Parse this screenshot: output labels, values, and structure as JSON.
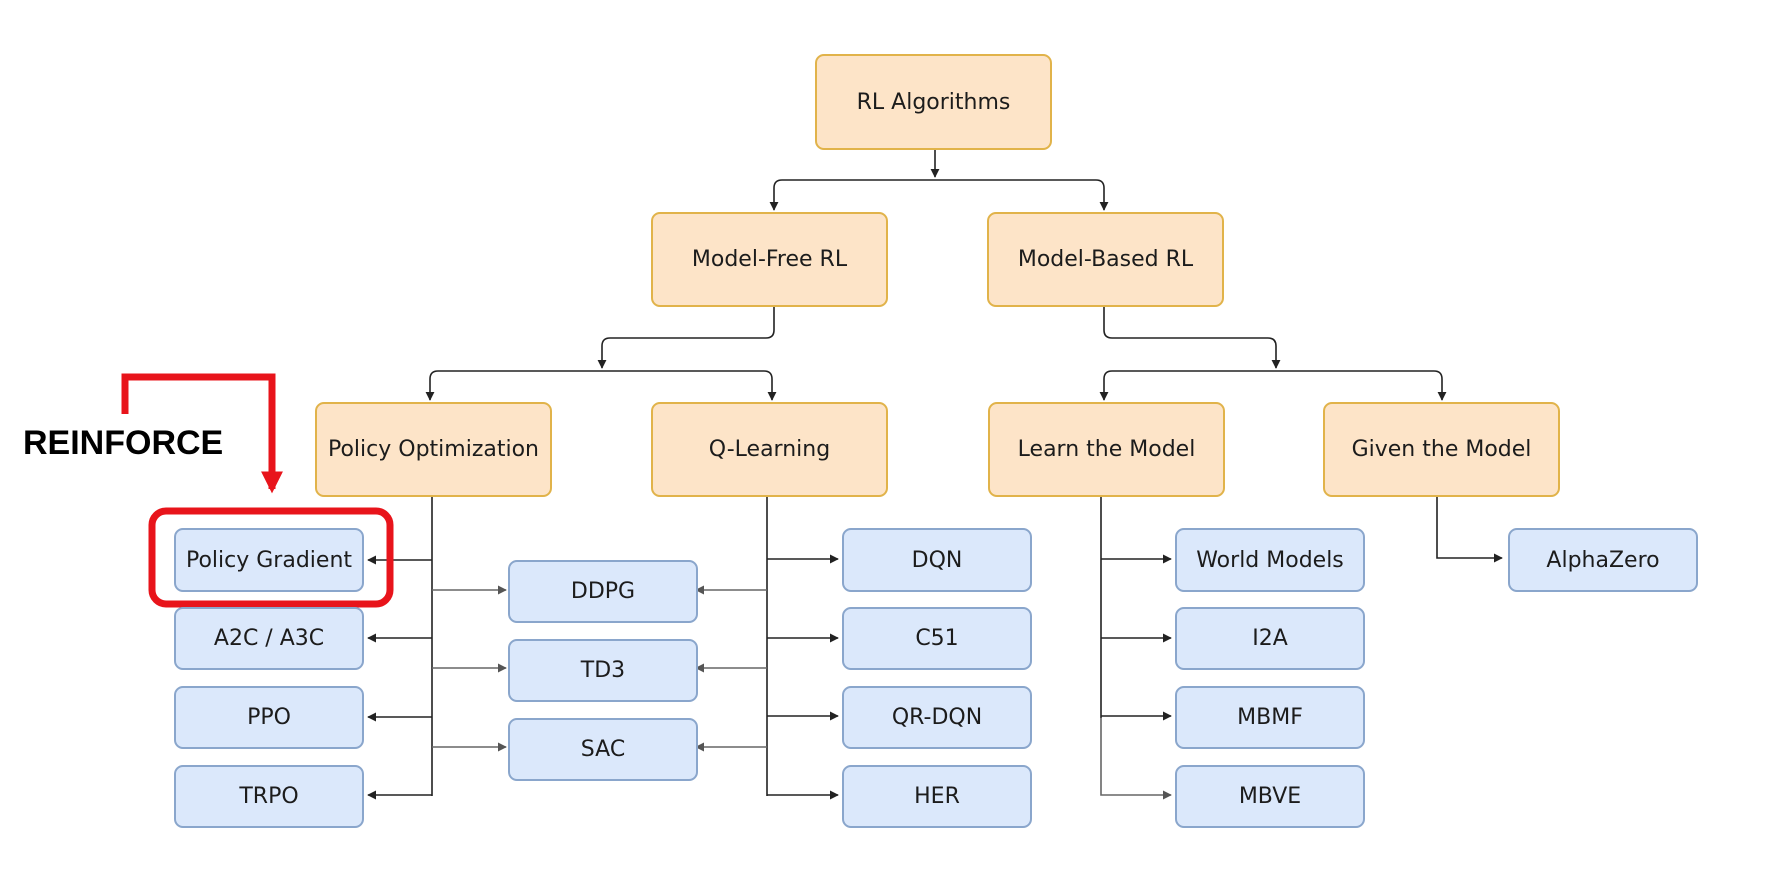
{
  "diagram": {
    "root": "RL Algorithms",
    "level1": {
      "model_free": "Model-Free RL",
      "model_based": "Model-Based RL"
    },
    "level2": {
      "policy_optimization": "Policy Optimization",
      "q_learning": "Q-Learning",
      "learn_the_model": "Learn the Model",
      "given_the_model": "Given the Model"
    },
    "leaves": {
      "policy_optimization": [
        "Policy Gradient",
        "A2C / A3C",
        "PPO",
        "TRPO"
      ],
      "hybrid": [
        "DDPG",
        "TD3",
        "SAC"
      ],
      "q_learning": [
        "DQN",
        "C51",
        "QR-DQN",
        "HER"
      ],
      "learn_the_model": [
        "World Models",
        "I2A",
        "MBMF",
        "MBVE"
      ],
      "given_the_model": [
        "AlphaZero"
      ]
    }
  },
  "annotation": {
    "label": "REINFORCE",
    "color": "#e8141b",
    "highlight": "Policy Gradient"
  },
  "colors": {
    "category_fill": "#fde4c8",
    "category_border": "#e1b34a",
    "algorithm_fill": "#dbe8fb",
    "algorithm_border": "#8aa6cc",
    "connector": "#333333",
    "connector_light": "#777777"
  }
}
